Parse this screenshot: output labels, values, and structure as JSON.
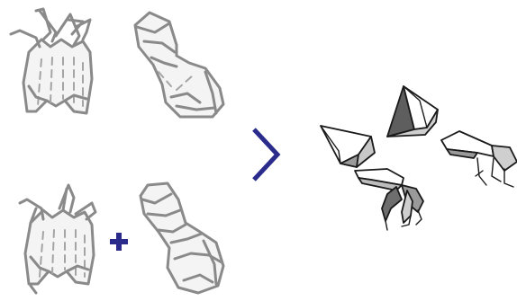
{
  "diagram": {
    "accent_color": "#2b2b8c",
    "operator_plus": "+",
    "operator_arrow": "chevron-right-icon",
    "figures": [
      {
        "id": "hand-pattern-top",
        "kind": "outline"
      },
      {
        "id": "foot-pattern-top",
        "kind": "outline"
      },
      {
        "id": "hand-pattern-bottom",
        "kind": "outline"
      },
      {
        "id": "foot-pattern-bottom",
        "kind": "outline"
      },
      {
        "id": "assembled-claws",
        "kind": "shaded-model"
      }
    ]
  }
}
